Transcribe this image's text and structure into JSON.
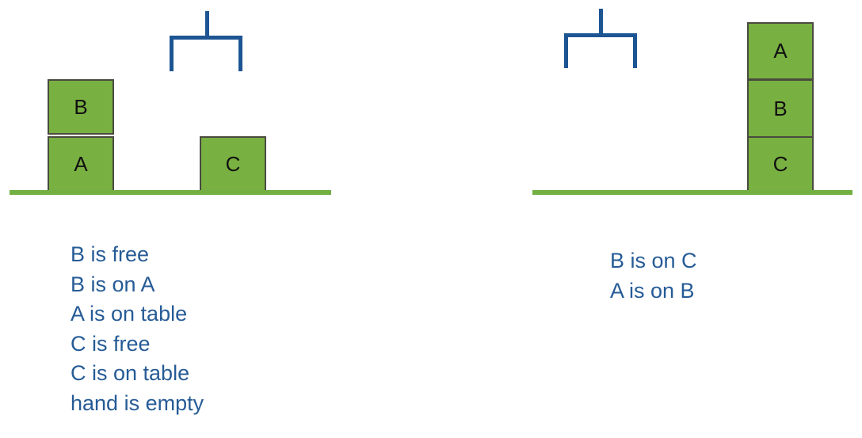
{
  "initial_state": {
    "blocks": [
      {
        "label": "B"
      },
      {
        "label": "A"
      },
      {
        "label": "C"
      }
    ],
    "facts": [
      "B is free",
      "B is on A",
      "A is on table",
      "C is free",
      "C is on table",
      "hand is empty"
    ]
  },
  "goal_state": {
    "blocks": [
      {
        "label": "A"
      },
      {
        "label": "B"
      },
      {
        "label": "C"
      }
    ],
    "facts": [
      "B is on C",
      "A is on B"
    ]
  },
  "colors": {
    "block": "#78b041",
    "table": "#72b043",
    "claw": "#1d5593",
    "text": "#265b96"
  }
}
